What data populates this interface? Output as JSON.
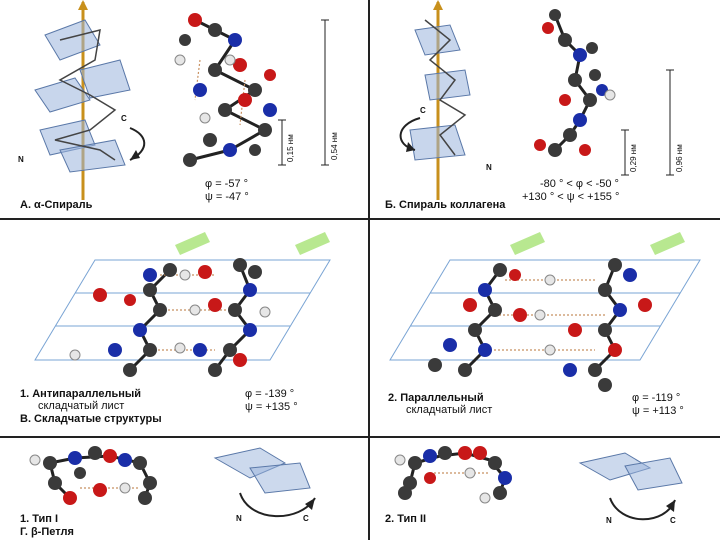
{
  "colors": {
    "oxygen": "#c81818",
    "nitrogen": "#1a2ea8",
    "carbon": "#3a3a3a",
    "hydrogen": "#e6e6e6",
    "ribbon": "#6a8fc8",
    "axis": "#c8901c",
    "hbond": "#c89060",
    "arrow_green": "#b8e890"
  },
  "panels": {
    "alpha": {
      "caption": "А. α-Спираль",
      "phi": "φ = -57 °",
      "psi": "ψ = -47 °",
      "scale1": "0,15 нм",
      "scale2": "0,54 нм",
      "n_label": "N",
      "c_label": "C"
    },
    "collagen": {
      "caption": "Б. Спираль коллагена",
      "phi": "-80 ° < φ < -50 °",
      "psi": "+130 ° < ψ < +155 °",
      "scale1": "0,29 нм",
      "scale2": "0,96 нм",
      "n_label": "N",
      "c_label": "C"
    },
    "antiparallel": {
      "line1": "1. Антипараллельный",
      "line2": "складчатый лист",
      "phi": "φ = -139 °",
      "psi": "ψ = +135 °"
    },
    "section_b": {
      "caption": "В. Складчатые структуры"
    },
    "parallel": {
      "line1": "2. Параллельный",
      "line2": "складчатый лист",
      "phi": "φ = -119 °",
      "psi": "ψ = +113 °"
    },
    "turn1": {
      "label": "1. Тип I",
      "n_label": "N",
      "c_label": "C"
    },
    "turn2": {
      "label": "2. Тип II",
      "n_label": "N",
      "c_label": "C"
    },
    "section_g": {
      "caption": "Г. β-Петля"
    }
  }
}
